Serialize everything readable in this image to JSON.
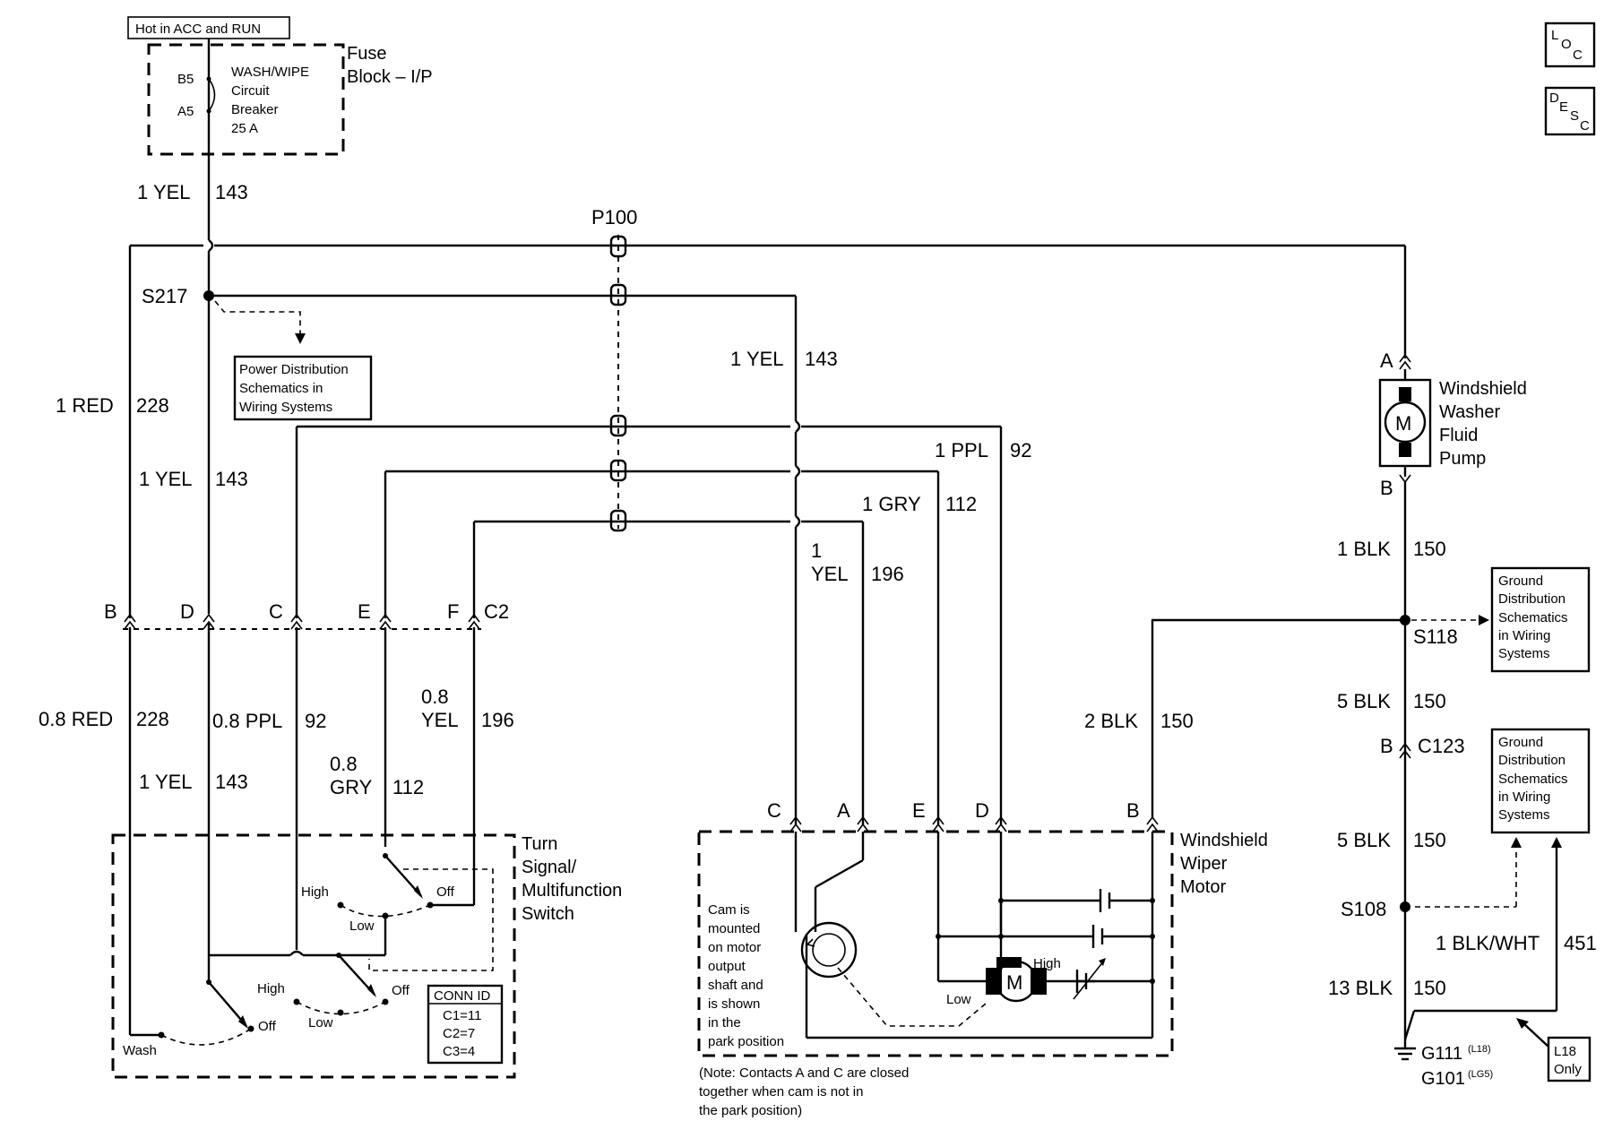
{
  "power_source": "Hot in ACC and RUN",
  "fuse_block": {
    "title_line1": "Fuse",
    "title_line2": "Block – I/P",
    "pin_top": "B5",
    "pin_bottom": "A5",
    "breaker_lines": [
      "WASH/WIPE",
      "Circuit",
      "Breaker",
      "25 A"
    ]
  },
  "icons": {
    "loc": {
      "l": "L",
      "o": "O",
      "c": "C"
    },
    "desc": {
      "d": "D",
      "e": "E",
      "s": "S",
      "c": "C"
    }
  },
  "connectors": {
    "p100": "P100",
    "s217": "S217",
    "c2": "C2",
    "c2_pins": [
      "B",
      "D",
      "C",
      "E",
      "F"
    ],
    "wiper_pins": [
      "C",
      "A",
      "E",
      "D",
      "B"
    ],
    "pump_pin_a": "A",
    "pump_pin_b": "B",
    "s118": "S118",
    "c123_pin": "B",
    "c123": "C123",
    "s108": "S108",
    "g111": "G111",
    "g111_sup": "(L18)",
    "g101": "G101",
    "g101_sup": "(LG5)"
  },
  "references": {
    "power_dist": [
      "Power Distribution",
      "Schematics in",
      "Wiring Systems"
    ],
    "ground_dist": [
      "Ground",
      "Distribution",
      "Schematics",
      "in Wiring",
      "Systems"
    ],
    "l18_only": [
      "L18",
      "Only"
    ]
  },
  "wire_labels": {
    "top_yel": {
      "gauge": "1 YEL",
      "circuit": "143"
    },
    "red_228": {
      "gauge": "1 RED",
      "circuit": "228"
    },
    "yel_143_left": {
      "gauge": "1 YEL",
      "circuit": "143"
    },
    "yel_143_mid": {
      "gauge": "1 YEL",
      "circuit": "143"
    },
    "ppl_92": {
      "gauge": "1 PPL",
      "circuit": "92"
    },
    "gry_112": {
      "gauge": "1 GRY",
      "circuit": "112"
    },
    "yel_196": {
      "gauge1": "1",
      "gauge2": "YEL",
      "circuit": "196"
    },
    "blk_150_pump": {
      "gauge": "1 BLK",
      "circuit": "150"
    },
    "red_228_lower": {
      "gauge": "0.8 RED",
      "circuit": "228"
    },
    "ppl_92_lower": {
      "gauge": "0.8 PPL",
      "circuit": "92"
    },
    "yel_196_lower": {
      "gauge1": "0.8",
      "gauge2": "YEL",
      "circuit": "196"
    },
    "yel_143_lower": {
      "gauge": "1 YEL",
      "circuit": "143"
    },
    "gry_112_lower": {
      "gauge1": "0.8",
      "gauge2": "GRY",
      "circuit": "112"
    },
    "blk_150_2": {
      "gauge": "2 BLK",
      "circuit": "150"
    },
    "blk_150_5a": {
      "gauge": "5 BLK",
      "circuit": "150"
    },
    "blk_150_5b": {
      "gauge": "5 BLK",
      "circuit": "150"
    },
    "blkwht_451": {
      "gauge": "1 BLK/WHT",
      "circuit": "451"
    },
    "blk_150_13": {
      "gauge": "13 BLK",
      "circuit": "150"
    }
  },
  "components": {
    "pump": [
      "Windshield",
      "Washer",
      "Fluid",
      "Pump"
    ],
    "motor_symbol": "M",
    "wiper_motor": [
      "Windshield",
      "Wiper",
      "Motor"
    ],
    "switch": [
      "Turn",
      "Signal/",
      "Multifunction",
      "Switch"
    ]
  },
  "switch_positions": {
    "high": "High",
    "low": "Low",
    "off": "Off",
    "wash": "Wash"
  },
  "conn_id": {
    "title": "CONN ID",
    "rows": [
      "C1=11",
      "C2=7",
      "C3=4"
    ]
  },
  "wiper_motor_labels": {
    "high": "High",
    "low": "Low",
    "cam_note": [
      "Cam is",
      "mounted",
      "on motor",
      "output",
      "shaft and",
      "is shown",
      "in the",
      "park position"
    ],
    "contacts_note": [
      "(Note: Contacts A and C are closed",
      "together when cam is not in",
      "the park position)"
    ]
  }
}
